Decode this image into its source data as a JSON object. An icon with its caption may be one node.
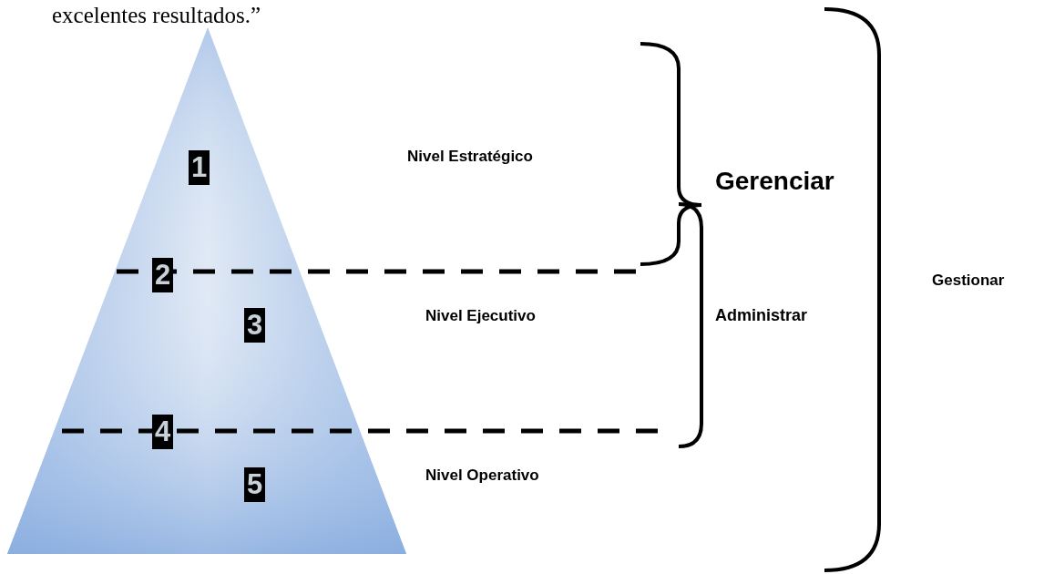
{
  "diagram": {
    "labels": [
      "excelentes resultados.”",
      "1",
      "2",
      "3",
      "4",
      "5",
      "Nivel Estratégico",
      "Nivel Ejecutivo",
      "Nivel Operativo",
      "Gerenciar",
      "Administrar",
      "Gestionar"
    ]
  }
}
